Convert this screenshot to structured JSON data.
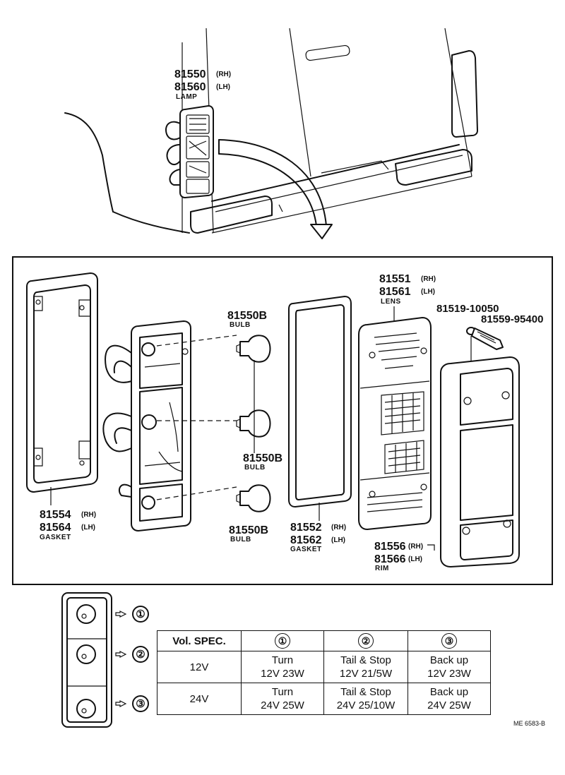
{
  "labels": {
    "lamp": {
      "pn_rh": "81550",
      "side_rh": "(RH)",
      "pn_lh": "81560",
      "side_lh": "(LH)",
      "name": "LAMP"
    },
    "gasket_left": {
      "pn_rh": "81554",
      "side_rh": "(RH)",
      "pn_lh": "81564",
      "side_lh": "(LH)",
      "name": "GASKET"
    },
    "bulb_top": {
      "pn": "81550B",
      "name": "BULB"
    },
    "bulb_mid": {
      "pn": "81550B",
      "name": "BULB"
    },
    "bulb_bot": {
      "pn": "81550B",
      "name": "BULB"
    },
    "gasket_mid": {
      "pn_rh": "81552",
      "side_rh": "(RH)",
      "pn_lh": "81562",
      "side_lh": "(LH)",
      "name": "GASKET"
    },
    "lens": {
      "pn_rh": "81551",
      "side_rh": "(RH)",
      "pn_lh": "81561",
      "side_lh": "(LH)",
      "name": "LENS"
    },
    "screw_a": {
      "pn": "81519-10050"
    },
    "screw_b": {
      "pn": "81559-95400"
    },
    "rim": {
      "pn_rh": "81556",
      "side_rh": "(RH)",
      "pn_lh": "81566",
      "side_lh": "(LH)",
      "name": "RIM"
    }
  },
  "callouts": [
    "①",
    "②",
    "③"
  ],
  "spec_table": {
    "headers": [
      "Vol. SPEC.",
      "①",
      "②",
      "③"
    ],
    "rows": [
      {
        "voltage": "12V",
        "c1": [
          "Turn",
          "12V 23W"
        ],
        "c2": [
          "Tail & Stop",
          "12V 21/5W"
        ],
        "c3": [
          "Back up",
          "12V 23W"
        ]
      },
      {
        "voltage": "24V",
        "c1": [
          "Turn",
          "24V 25W"
        ],
        "c2": [
          "Tail & Stop",
          "24V 25/10W"
        ],
        "c3": [
          "Back up",
          "24V 25W"
        ]
      }
    ]
  },
  "drawing_code": "ME 6583-B"
}
